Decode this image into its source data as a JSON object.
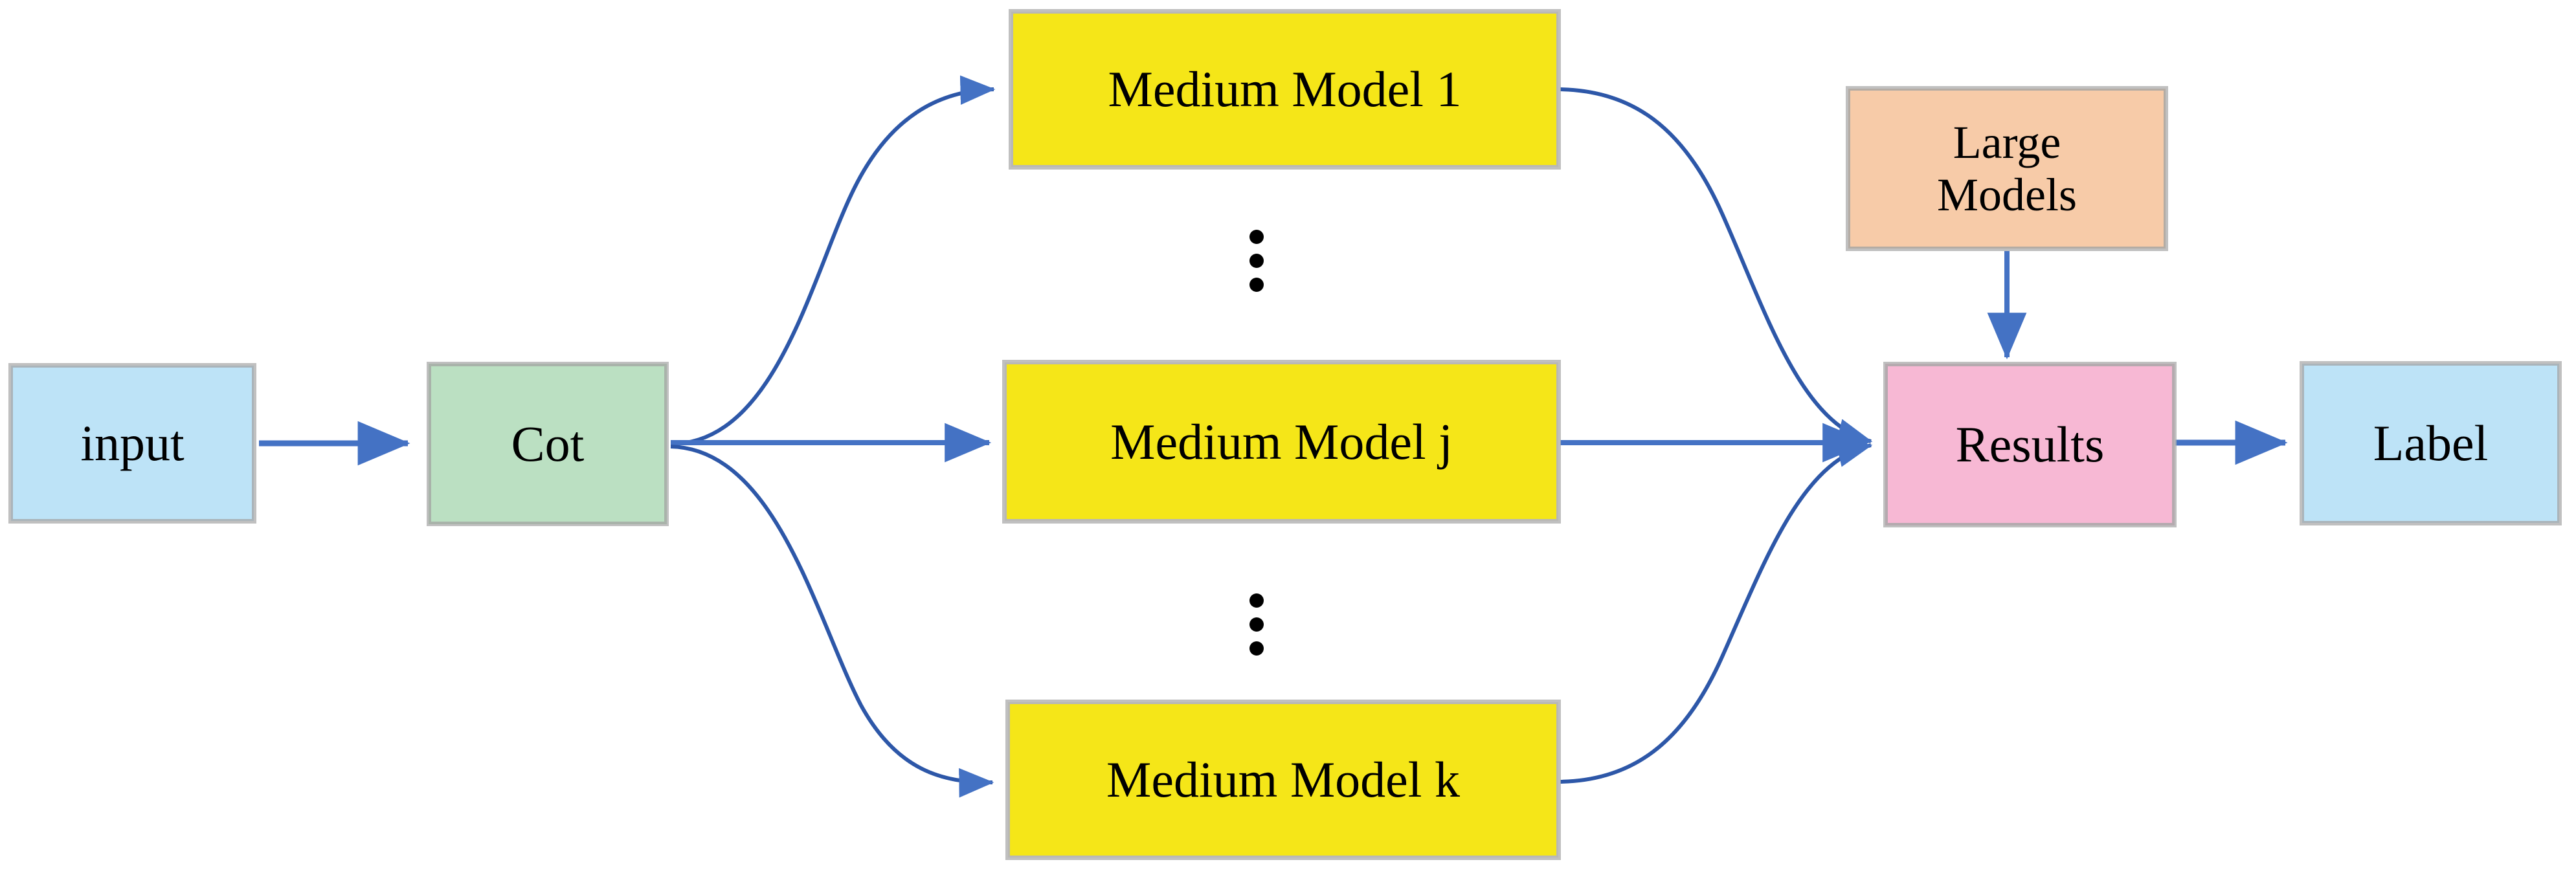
{
  "diagram": {
    "title": "Chain-of-Thought multi-model ensemble pipeline",
    "background_color": "#ffffff",
    "arrow_color": "#4472c4",
    "nodes": [
      {
        "id": "input",
        "label": "input",
        "fill": "#bde3f7",
        "border": "#8fc3e0"
      },
      {
        "id": "cot",
        "label": "Cot",
        "fill": "#bbe0c2",
        "border": "#8cbf93"
      },
      {
        "id": "mm1",
        "label": "Medium Model 1",
        "fill": "#f5e618",
        "border": "#d9d5c7"
      },
      {
        "id": "mmj",
        "label": "Medium Model j",
        "fill": "#f5e618",
        "border": "#d9d5c7"
      },
      {
        "id": "mmk",
        "label": "Medium Model k",
        "fill": "#f5e618",
        "border": "#d9d5c7"
      },
      {
        "id": "large",
        "label": "Large\nModels",
        "fill": "#f7cba8",
        "border": "#c49a74"
      },
      {
        "id": "results",
        "label": "Results",
        "fill": "#f7b8d4",
        "border": "#c691ab"
      },
      {
        "id": "label",
        "label": "Label",
        "fill": "#bde3f7",
        "border": "#8fc3e0"
      }
    ],
    "ellipsis": [
      {
        "id": "ellipsis-upper",
        "glyph": "vertical-ellipsis",
        "dots": 3
      },
      {
        "id": "ellipsis-lower",
        "glyph": "vertical-ellipsis",
        "dots": 3
      }
    ],
    "edges": [
      {
        "from": "input",
        "to": "cot",
        "style": "straight"
      },
      {
        "from": "cot",
        "to": "mm1",
        "style": "curved-up"
      },
      {
        "from": "cot",
        "to": "mmj",
        "style": "straight"
      },
      {
        "from": "cot",
        "to": "mmk",
        "style": "curved-down"
      },
      {
        "from": "mm1",
        "to": "results",
        "style": "curved-down"
      },
      {
        "from": "mmj",
        "to": "results",
        "style": "straight"
      },
      {
        "from": "mmk",
        "to": "results",
        "style": "curved-up"
      },
      {
        "from": "large",
        "to": "results",
        "style": "straight-vertical"
      },
      {
        "from": "results",
        "to": "label",
        "style": "straight"
      }
    ]
  }
}
